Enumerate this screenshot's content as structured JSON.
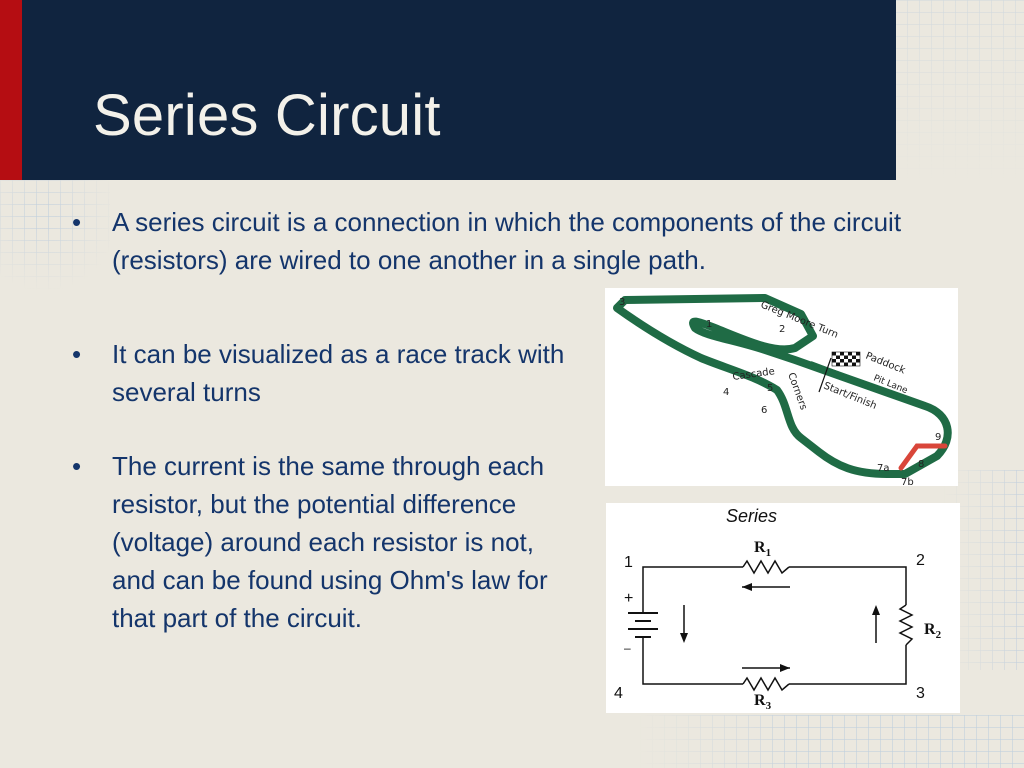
{
  "slide": {
    "title": "Series Circuit",
    "bullet_glyph": "•",
    "bullets": [
      "A series circuit is a connection in which the components of the circuit (resistors) are wired to one another in a single path.",
      "It can be visualized as a race track with several turns",
      "The current is the same through each resistor, but the potential difference (voltage) around each resistor is not, and can be found using Ohm's law for that part of the circuit."
    ]
  },
  "colors": {
    "header_bg": "#10243f",
    "accent_red": "#b50d12",
    "text_blue": "#14356b",
    "background": "#ebe8df",
    "track_green": "#1f6b45"
  },
  "track_map": {
    "corner_labels": [
      "3",
      "1",
      "2",
      "4",
      "5",
      "6",
      "7a",
      "8",
      "9",
      "7b"
    ],
    "text_labels": [
      "Greg Moore Turn",
      "Paddock",
      "Pit Lane",
      "Start/Finish",
      "Cascade",
      "Corners"
    ],
    "icons": [
      "checkered-flag-icon"
    ]
  },
  "circuit_diagram": {
    "heading": "Series",
    "nodes": [
      "1",
      "2",
      "3",
      "4"
    ],
    "resistors": [
      {
        "label": "R",
        "sub": "1"
      },
      {
        "label": "R",
        "sub": "2"
      },
      {
        "label": "R",
        "sub": "3"
      }
    ],
    "battery": {
      "plus": "+",
      "minus": "–"
    }
  }
}
